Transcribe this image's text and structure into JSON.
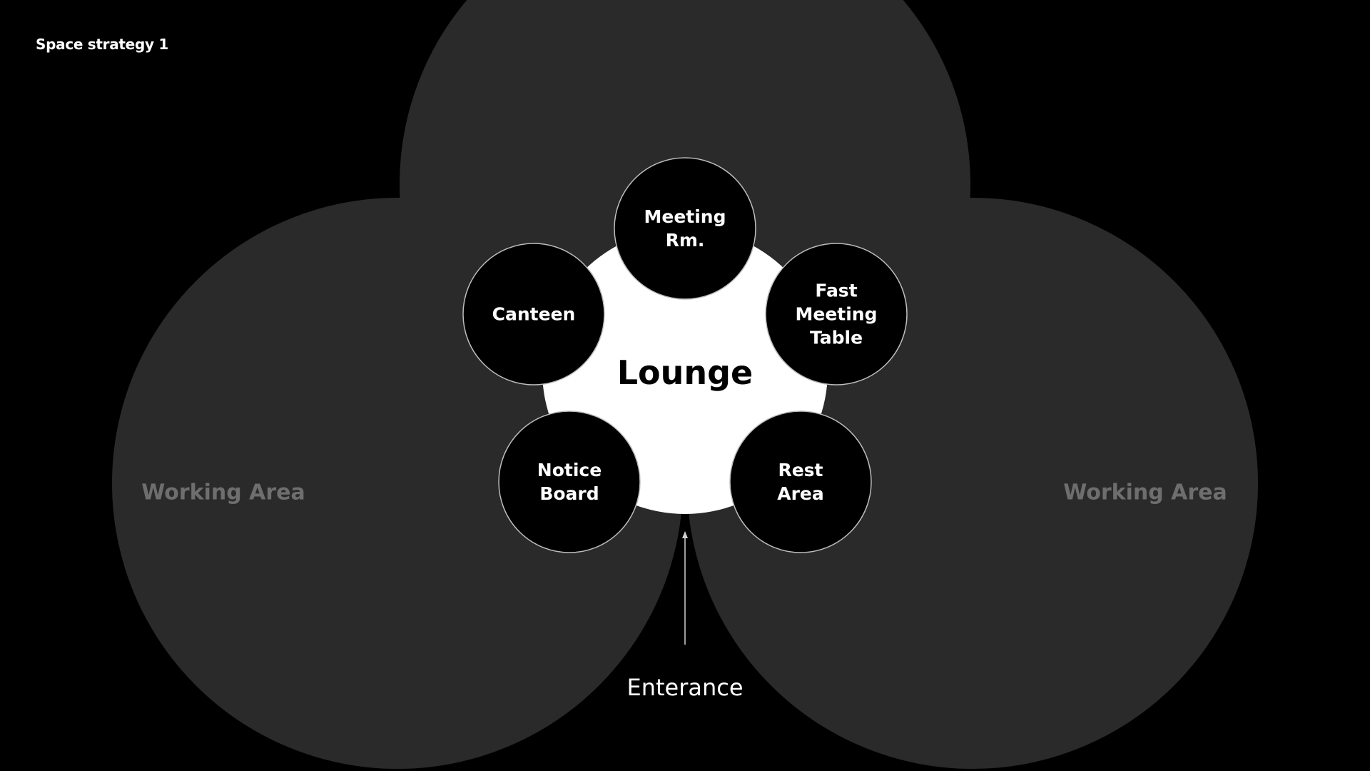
{
  "title": "Space strategy 1",
  "colors": {
    "background": "#000000",
    "zone": "#2a2a2a",
    "zone_label": "#6e6e6e",
    "hub": "#ffffff",
    "hub_label": "#000000",
    "node": "#000000",
    "node_stroke": "#bdbdbd",
    "node_label": "#ffffff",
    "arrow": "#cfcfcf",
    "entrance_label": "#ffffff"
  },
  "zones": [
    {
      "id": "working-area-left",
      "label": "Working Area"
    },
    {
      "id": "working-area-right",
      "label": "Working Area"
    },
    {
      "id": "top-zone",
      "label": ""
    }
  ],
  "hub": {
    "label": "Lounge"
  },
  "nodes": [
    {
      "id": "meeting-room",
      "lines": [
        "Meeting",
        "Rm."
      ]
    },
    {
      "id": "fast-meeting-table",
      "lines": [
        "Fast",
        "Meeting",
        "Table"
      ]
    },
    {
      "id": "rest-area",
      "lines": [
        "Rest",
        "Area"
      ]
    },
    {
      "id": "notice-board",
      "lines": [
        "Notice",
        "Board"
      ]
    },
    {
      "id": "canteen",
      "lines": [
        "Canteen"
      ]
    }
  ],
  "entrance": {
    "label": "Enterance"
  }
}
